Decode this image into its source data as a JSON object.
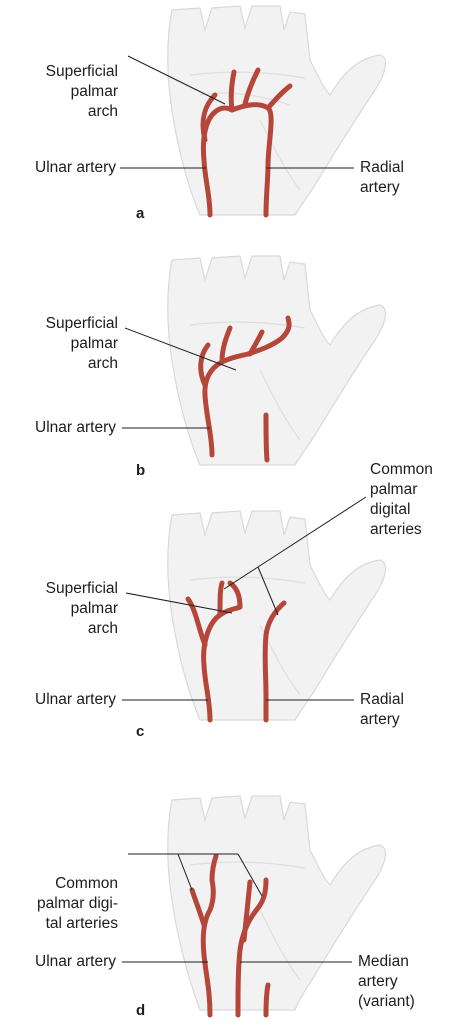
{
  "panels": [
    {
      "tag": "a",
      "labels": {
        "superficial_arch": "Superficial\npalmar\narch",
        "ulnar": "Ulnar artery",
        "radial": "Radial\nartery"
      }
    },
    {
      "tag": "b",
      "labels": {
        "superficial_arch": "Superficial\npalmar\narch",
        "ulnar": "Ulnar artery"
      }
    },
    {
      "tag": "c",
      "labels": {
        "common_digital": "Common\npalmar\ndigital\narteries",
        "superficial_arch": "Superficial\npalmar\narch",
        "ulnar": "Ulnar artery",
        "radial": "Radial\nartery"
      }
    },
    {
      "tag": "d",
      "labels": {
        "common_digital": "Common\npalmar digi-\ntal arteries",
        "ulnar": "Ulnar artery",
        "median": "Median\nartery\n(variant)"
      }
    }
  ],
  "colors": {
    "artery": "#b5473a",
    "hand": "#f2f2f2",
    "outline": "#d9d9d9"
  }
}
